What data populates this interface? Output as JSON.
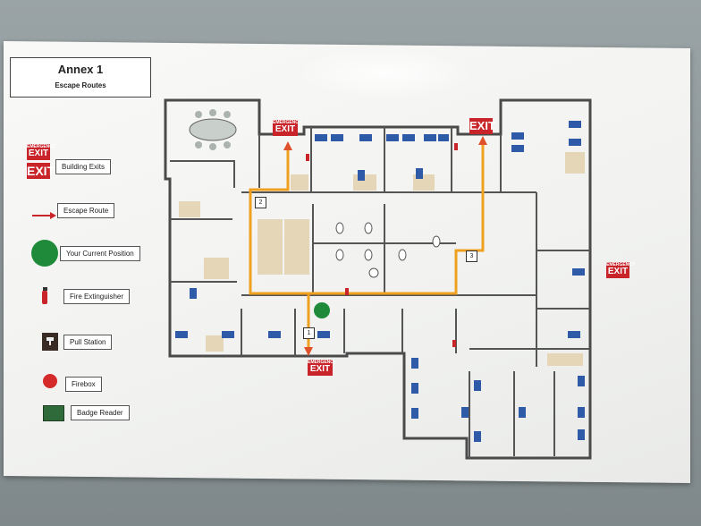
{
  "title": {
    "heading": "Annex 1",
    "subheading": "Escape Routes"
  },
  "legend": [
    {
      "label": "Building Exits",
      "icon": "exit-sign-icon"
    },
    {
      "label": "Escape Route",
      "icon": "arrow-icon"
    },
    {
      "label": "Your Current Position",
      "icon": "current-position-icon"
    },
    {
      "label": "Fire Extinguisher",
      "icon": "fire-extinguisher-icon"
    },
    {
      "label": "Pull Station",
      "icon": "pull-station-icon"
    },
    {
      "label": "Firebox",
      "icon": "firebox-icon"
    },
    {
      "label": "Badge Reader",
      "icon": "badge-reader-icon"
    }
  ],
  "signs": {
    "emergency": "EMERGENCY",
    "exit": "EXIT"
  },
  "route_labels": [
    "1",
    "2",
    "3"
  ],
  "colors": {
    "exit_red": "#c8242a",
    "route_orange": "#f0a020",
    "current_position_green": "#1e8a3a",
    "desk_blue": "#2f5aa8",
    "desk_tan": "#e6d6b8"
  }
}
